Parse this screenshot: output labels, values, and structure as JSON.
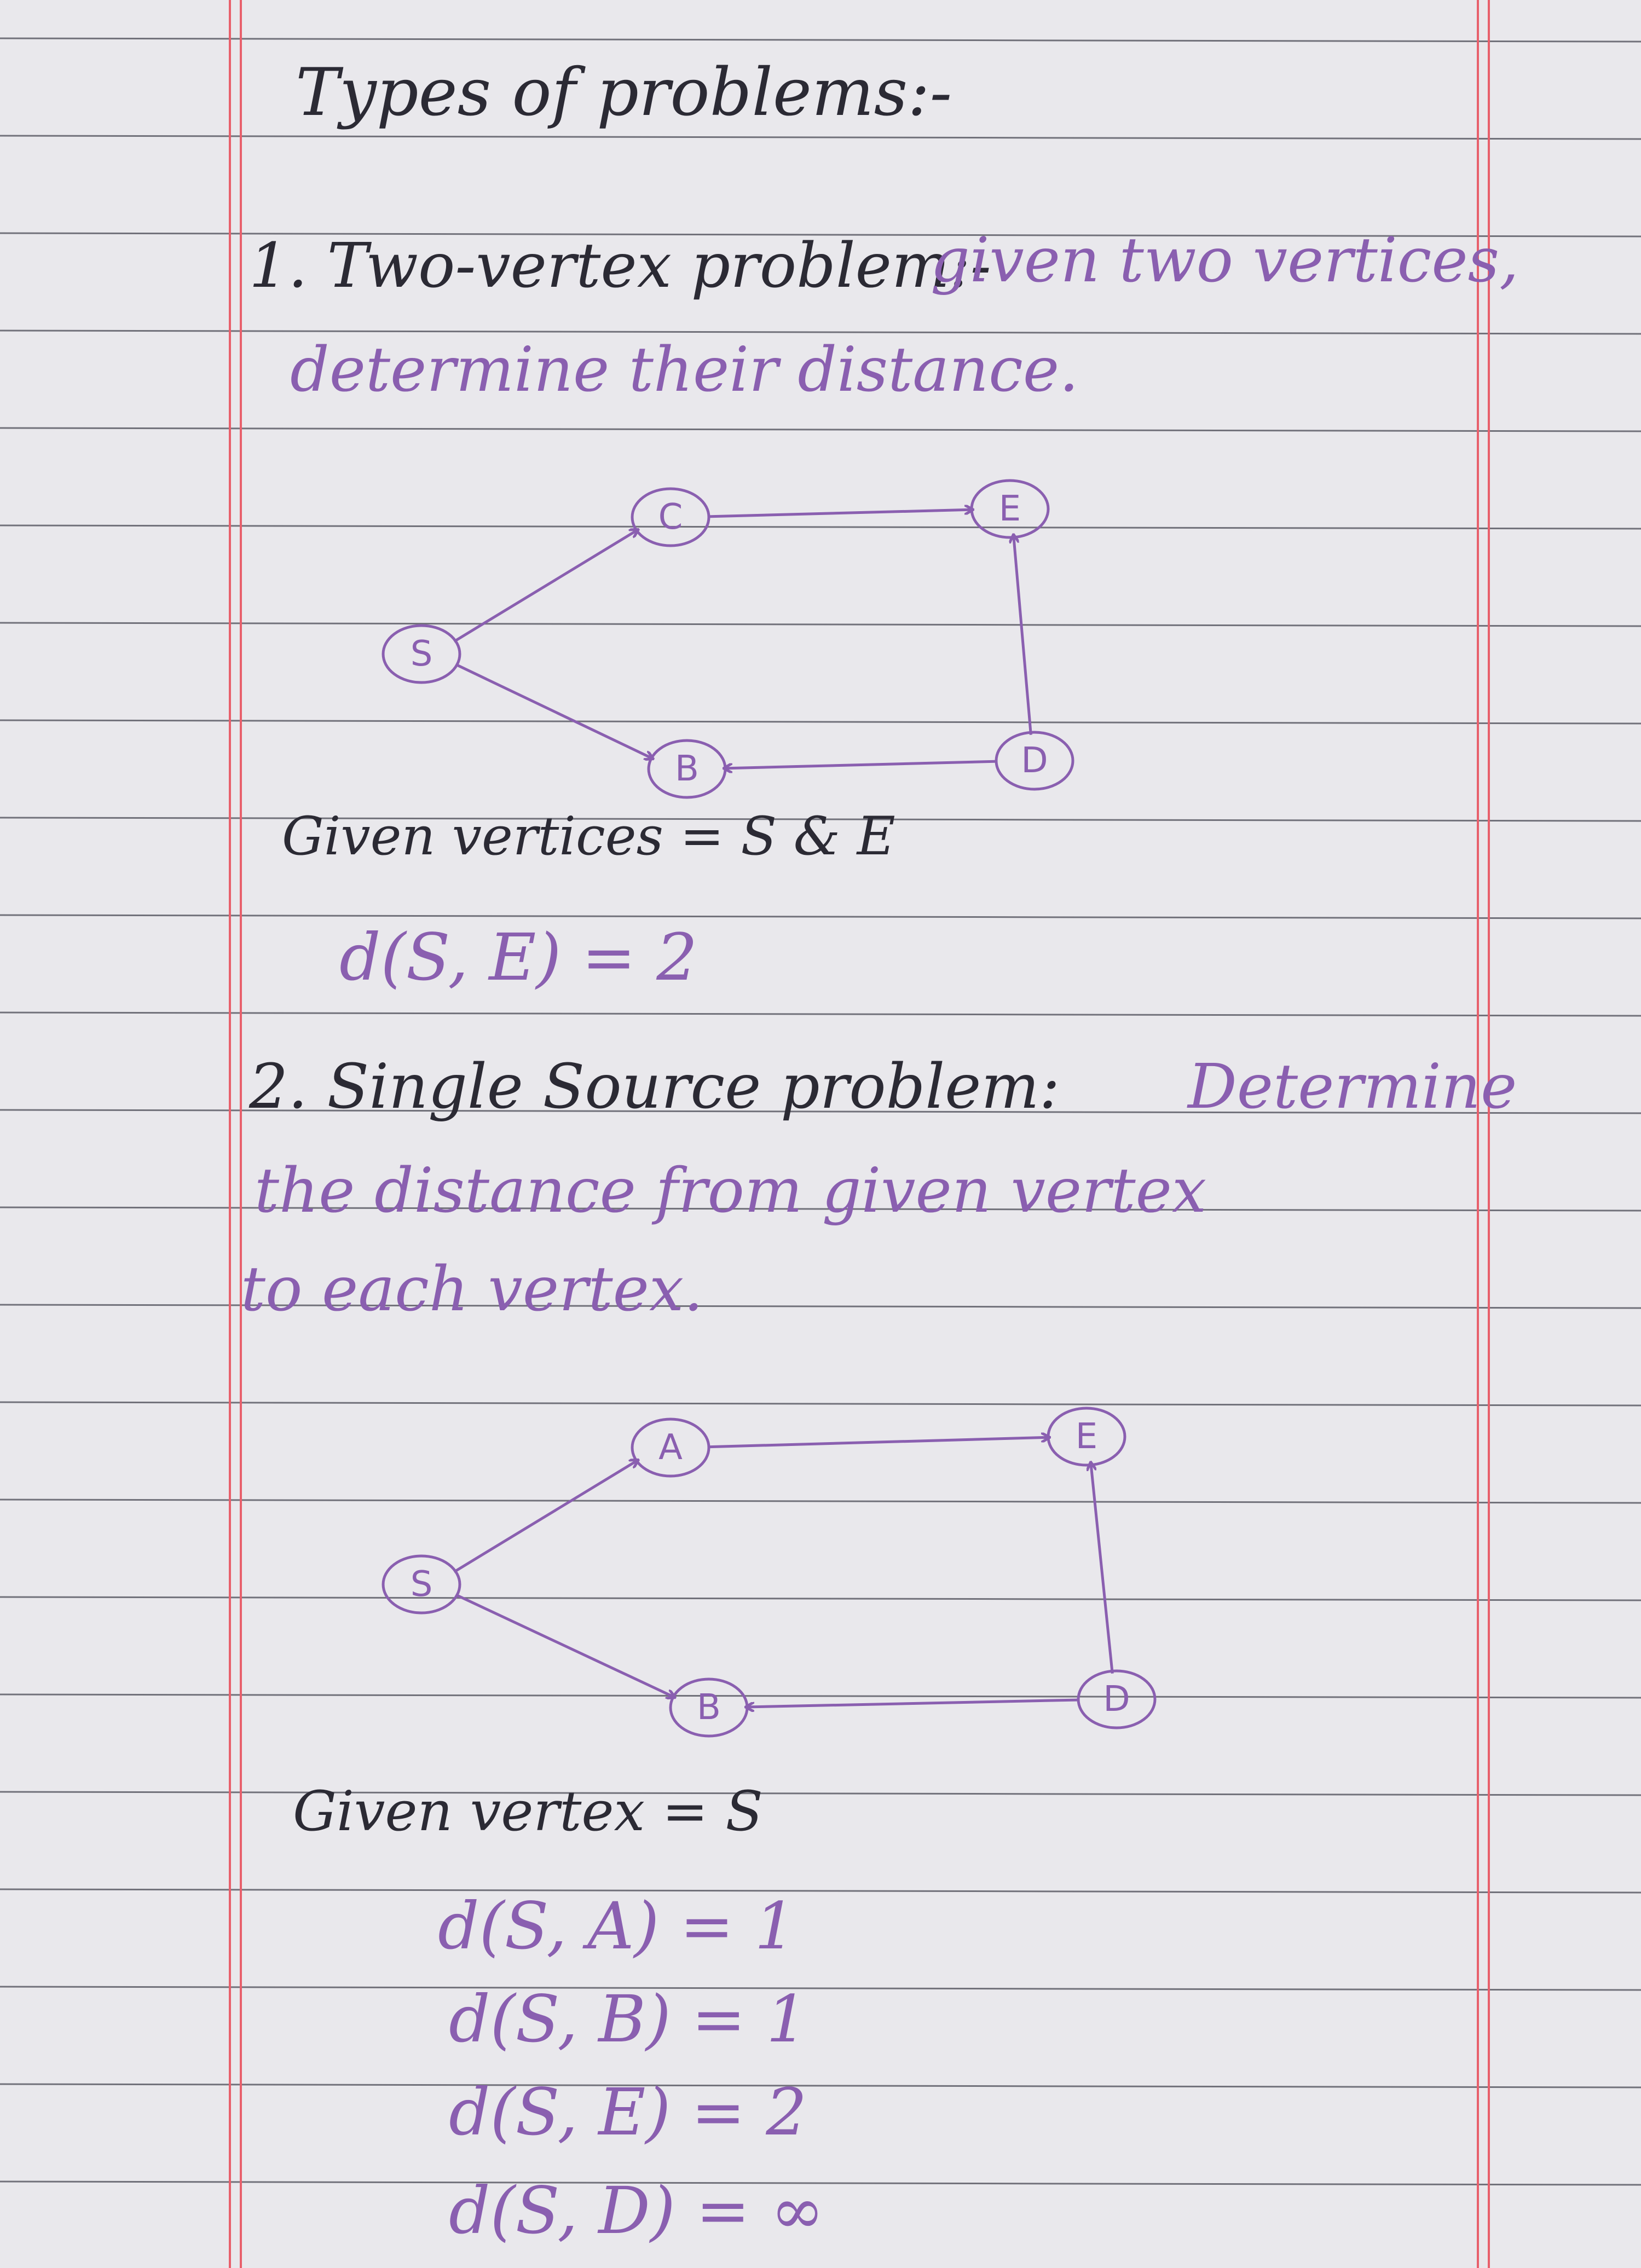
{
  "page": {
    "title": "Types of problems:-",
    "section1": {
      "heading": "1. Two-vertex problem:-",
      "description_line1": "given two vertices,",
      "description_line2": "determine their distance.",
      "given": "Given vertices = S & E",
      "result": "d(S, E) = 2",
      "graph": {
        "nodes": [
          "S",
          "C",
          "E",
          "B",
          "D"
        ],
        "edges": [
          [
            "S",
            "C"
          ],
          [
            "S",
            "B"
          ],
          [
            "C",
            "E"
          ],
          [
            "D",
            "E"
          ],
          [
            "D",
            "B"
          ]
        ]
      }
    },
    "section2": {
      "heading": "2. Single Source problem:",
      "description_line1": "Determine",
      "description_line2": "the distance from given vertex",
      "description_line3": "to each vertex.",
      "given": "Given vertex = S",
      "results": [
        "d(S, A) = 1",
        "d(S, B) = 1",
        "d(S, E) = 2",
        "d(S, D) = ∞"
      ],
      "graph": {
        "nodes": [
          "S",
          "A",
          "E",
          "B",
          "D"
        ],
        "edges": [
          [
            "S",
            "A"
          ],
          [
            "S",
            "B"
          ],
          [
            "A",
            "E"
          ],
          [
            "D",
            "E"
          ],
          [
            "D",
            "B"
          ]
        ]
      }
    },
    "colors": {
      "paper": "#e9e8ec",
      "rule_line": "#4a4a55",
      "margin_line": "#e8606c",
      "black_ink": "#2b2a34",
      "purple_ink": "#8a5fb0"
    }
  }
}
